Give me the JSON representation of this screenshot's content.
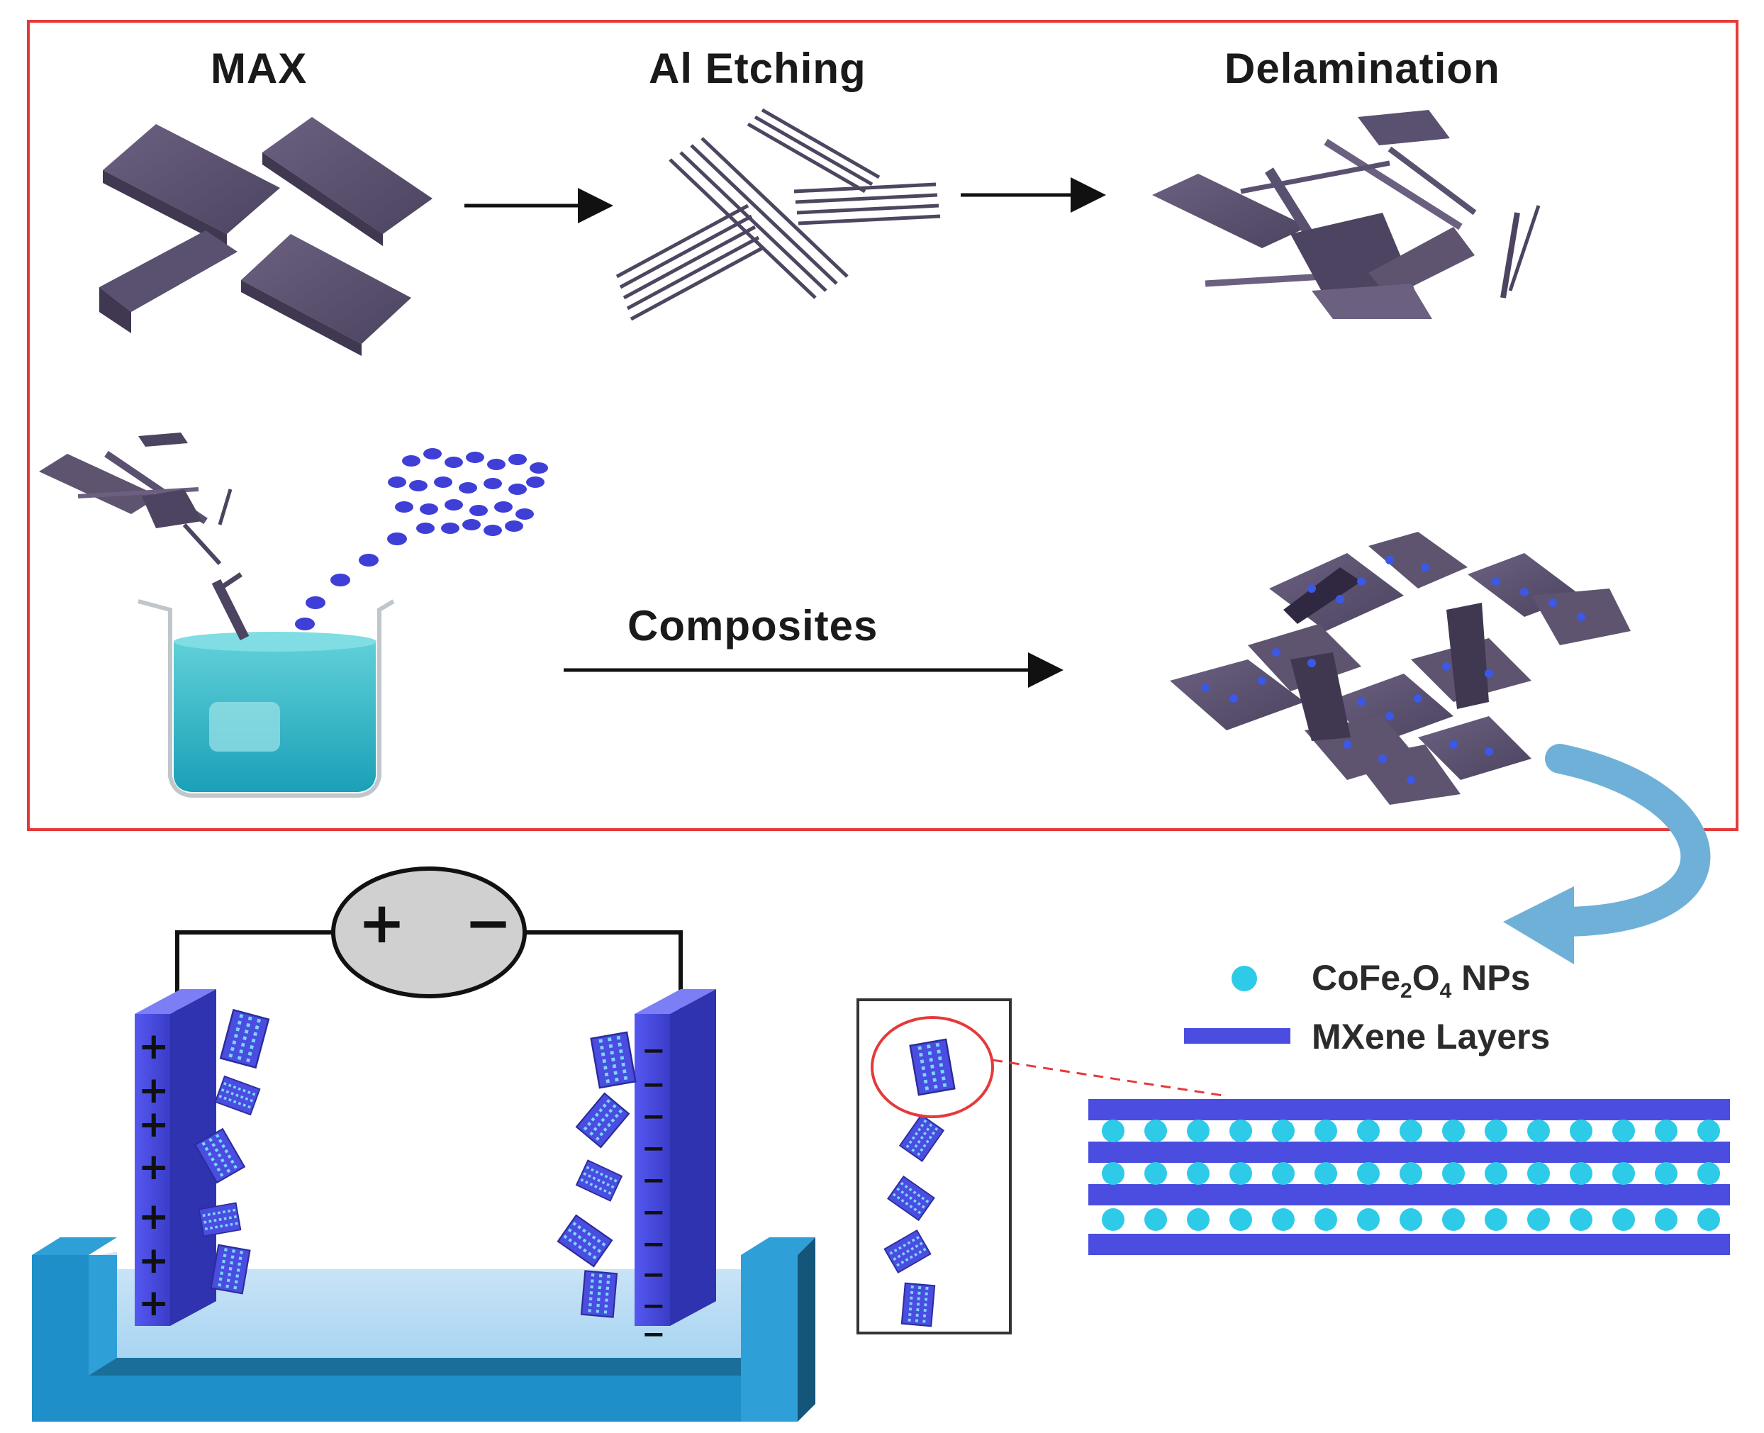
{
  "titles": {
    "max": "MAX",
    "etching": "Al Etching",
    "delamination": "Delamination",
    "composites": "Composites"
  },
  "legend": {
    "np_label": "CoFe",
    "np_sub2": "2",
    "np_o": "O",
    "np_sub4": "4",
    "np_suffix": " NPs",
    "layers_label": "MXene Layers"
  },
  "power_supply": {
    "plus": "+",
    "minus": "−"
  },
  "electrodes": {
    "positive_signs": [
      "+",
      "+",
      "+",
      "+",
      "+",
      "+",
      "+"
    ],
    "negative_signs": [
      "−",
      "−",
      "−",
      "−",
      "−",
      "−",
      "−",
      "−",
      "−",
      "−"
    ]
  },
  "colors": {
    "frame": "#e53a3a",
    "sheet": "#5e5470",
    "electrode": "#4a4de0",
    "bath": "#2f9fd8",
    "np": "#2ecbe8",
    "arrow_curve": "#6fb0d8"
  }
}
